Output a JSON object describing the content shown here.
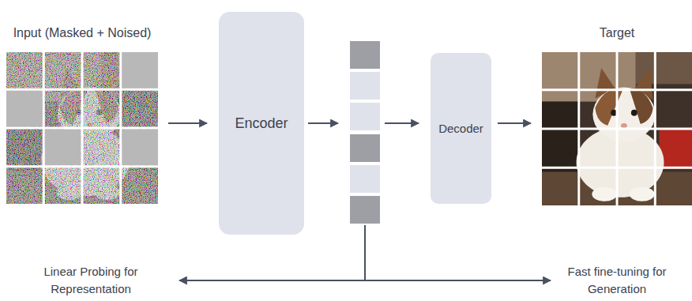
{
  "diagram": {
    "nodes": [
      {
        "text": [
          "Input (Masked + Noised)"
        ]
      },
      {
        "text": [
          "Encoder"
        ]
      },
      {
        "text": []
      },
      {
        "text": [
          "Decoder"
        ]
      },
      {
        "text": [
          "Target"
        ]
      },
      {
        "text": [
          "Linear Probing for Representation"
        ]
      },
      {
        "text": [
          "Fast fine-tuning for Generation"
        ]
      }
    ],
    "edges": [
      {
        "from": 0,
        "to": 1,
        "arrow": "to"
      },
      {
        "from": 1,
        "to": 2,
        "arrow": "to"
      },
      {
        "from": 2,
        "to": 3,
        "arrow": "to"
      },
      {
        "from": 3,
        "to": 4,
        "arrow": "to"
      },
      {
        "from": 2,
        "to": 5,
        "arrow": "to"
      },
      {
        "from": 2,
        "to": 6,
        "arrow": "to"
      }
    ]
  }
}
